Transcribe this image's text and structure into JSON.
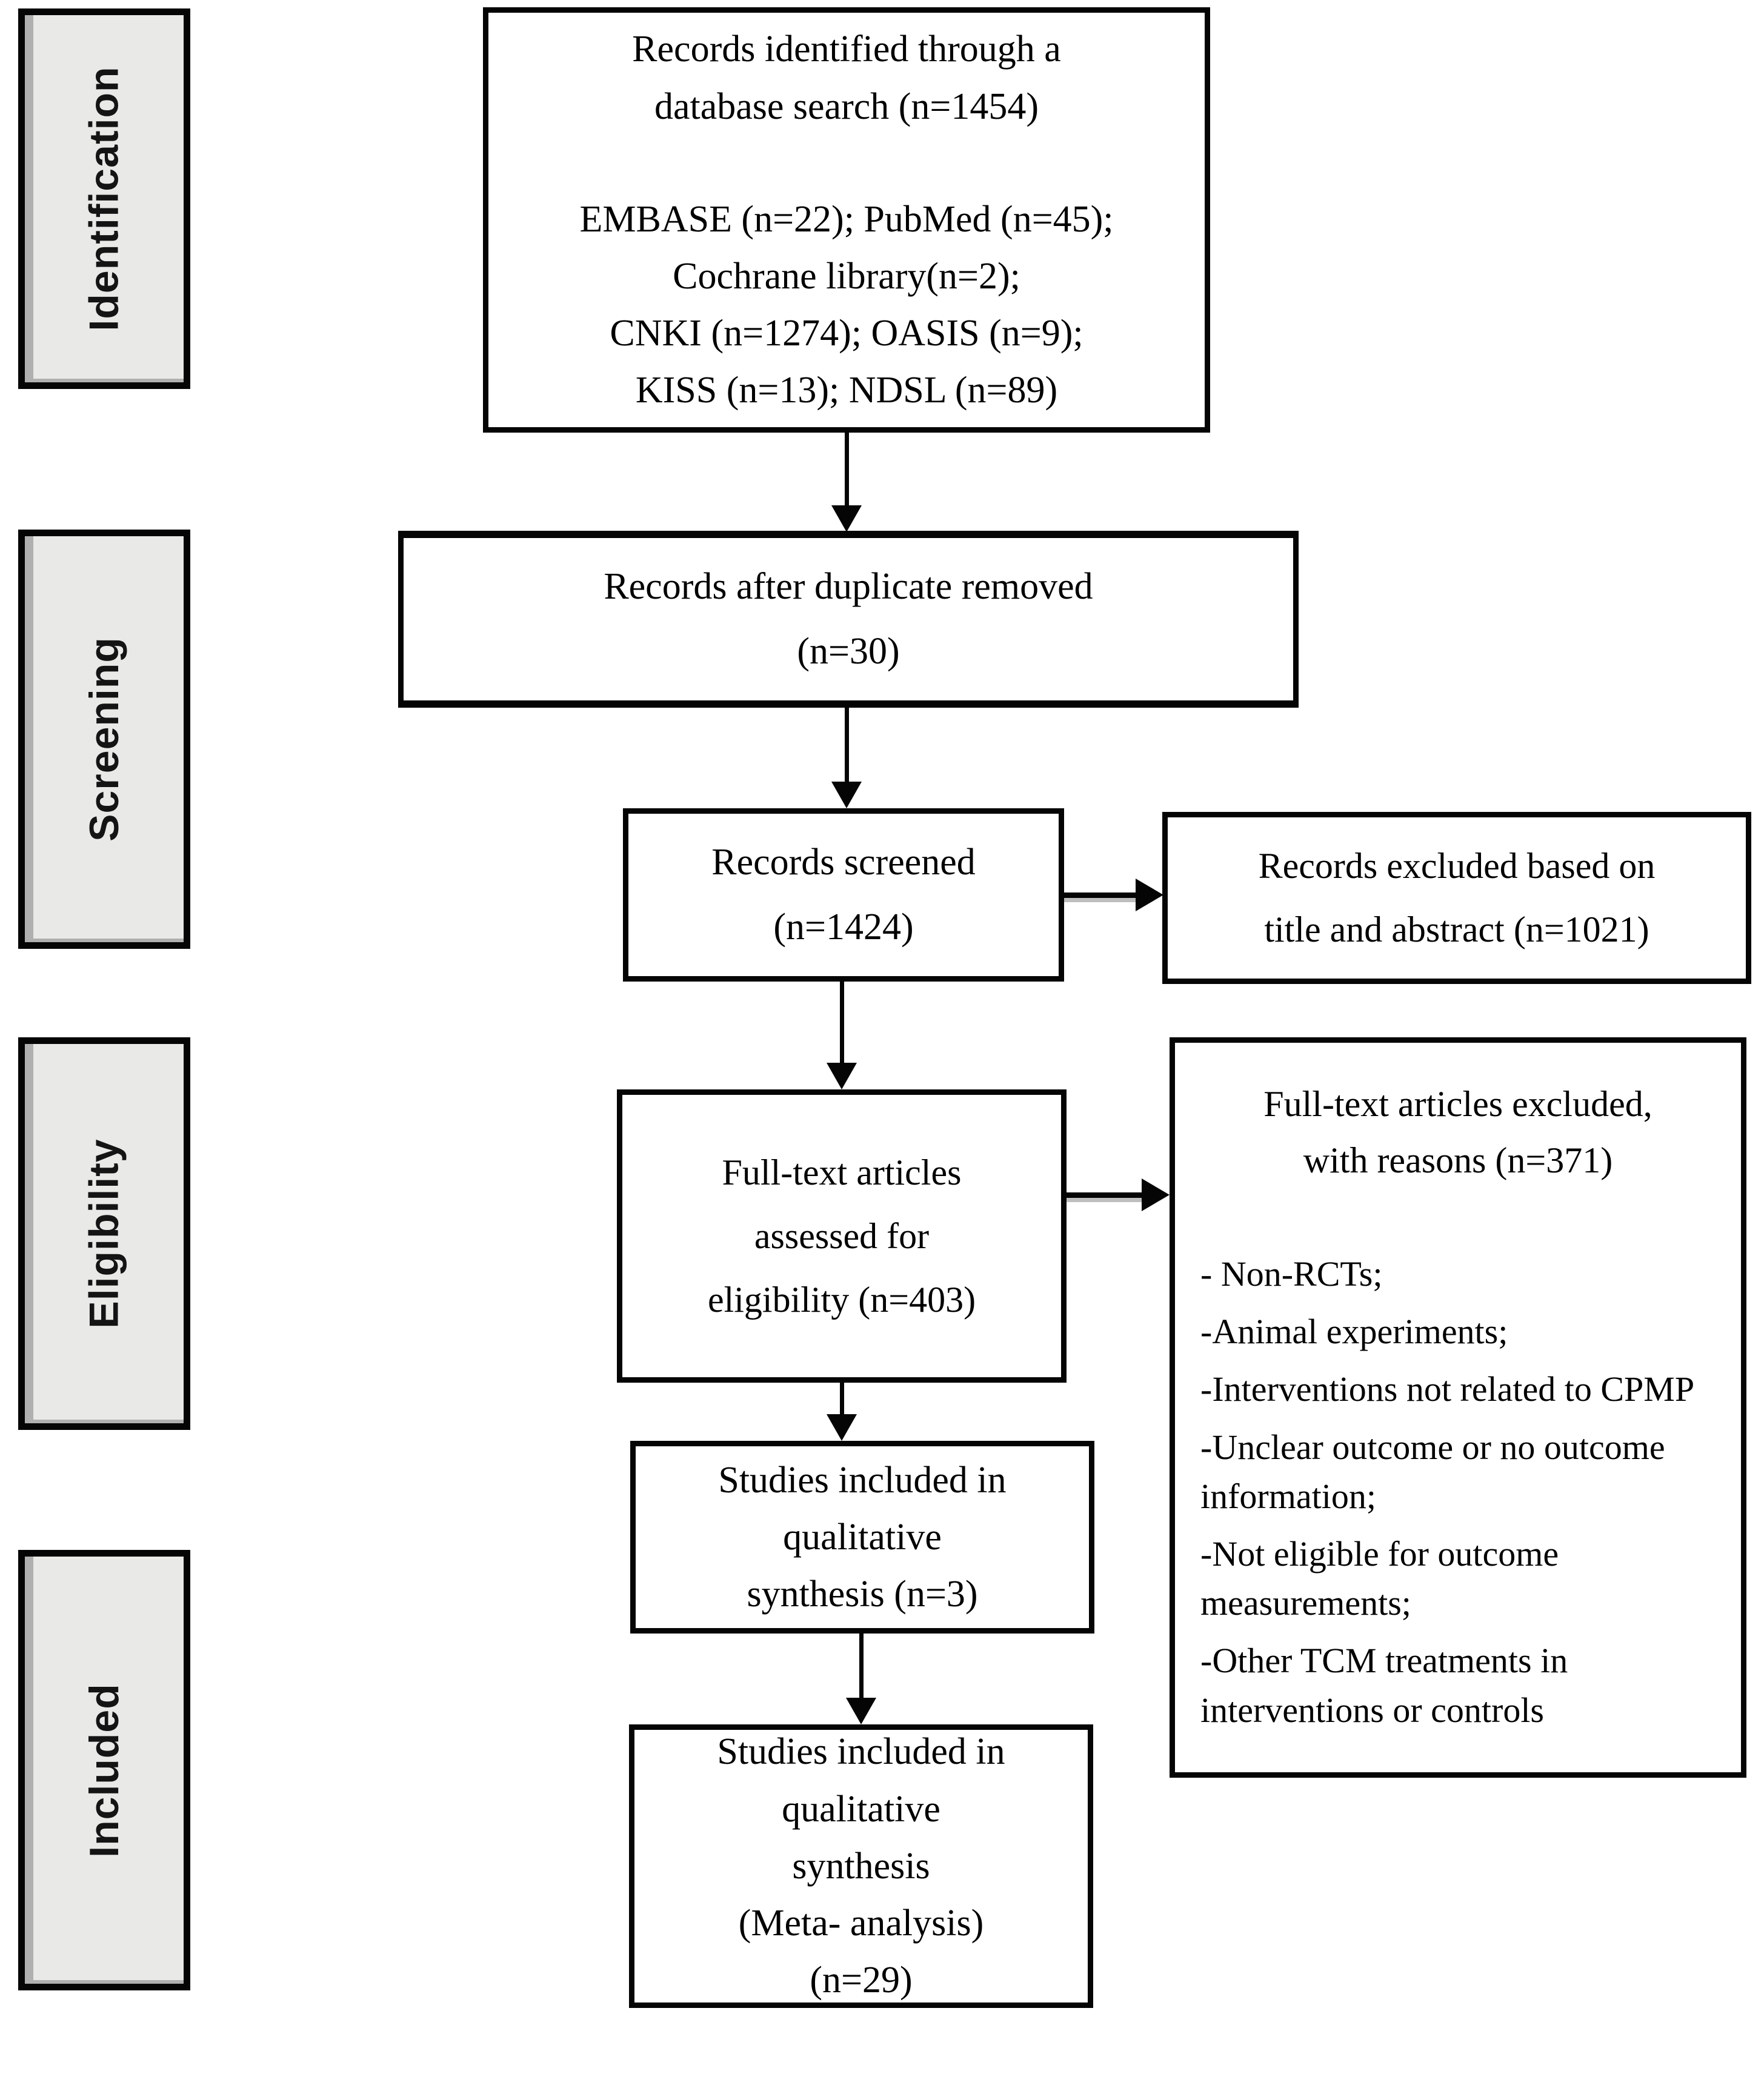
{
  "diagram": {
    "title_hint": "PRISMA study selection flow diagram",
    "colors": {
      "background": "#ffffff",
      "box_border": "#050505",
      "stage_fill": "#e9e9e7",
      "text": "#000000"
    },
    "stages": [
      {
        "label": "Identification"
      },
      {
        "label": "Screening"
      },
      {
        "label": "Eligibility"
      },
      {
        "label": "Included"
      }
    ],
    "boxes": {
      "identified": {
        "lines": [
          "Records identified through a",
          "database search (n=1454)"
        ],
        "sources": [
          "EMBASE (n=22); PubMed (n=45);",
          "Cochrane library(n=2);",
          "CNKI (n=1274); OASIS (n=9);",
          "KISS (n=13); NDSL (n=89)"
        ]
      },
      "duplicates_removed": {
        "lines": [
          "Records after duplicate removed",
          "(n=30)"
        ]
      },
      "screened": {
        "lines": [
          "Records screened",
          "(n=1424)"
        ]
      },
      "excluded_title_abstract": {
        "lines": [
          "Records excluded based on",
          "title and abstract (n=1021)"
        ]
      },
      "fulltext_assessed": {
        "lines": [
          "Full-text articles",
          "assessed for",
          "eligibility (n=403)"
        ]
      },
      "fulltext_excluded": {
        "header": [
          "Full-text articles excluded,",
          "with reasons (n=371)"
        ],
        "reasons": [
          "- Non-RCTs;",
          "-Animal experiments;",
          "-Interventions not related to CPMP",
          "-Unclear outcome or no outcome information;",
          "-Not eligible for outcome measurements;",
          "-Other TCM treatments in interventions or controls"
        ]
      },
      "qualitative_synthesis": {
        "lines": [
          "Studies included in",
          "qualitative",
          "synthesis (n=3)"
        ]
      },
      "meta_analysis": {
        "lines": [
          "Studies included in",
          "qualitative",
          "synthesis",
          "(Meta- analysis)",
          "(n=29)"
        ]
      }
    }
  }
}
